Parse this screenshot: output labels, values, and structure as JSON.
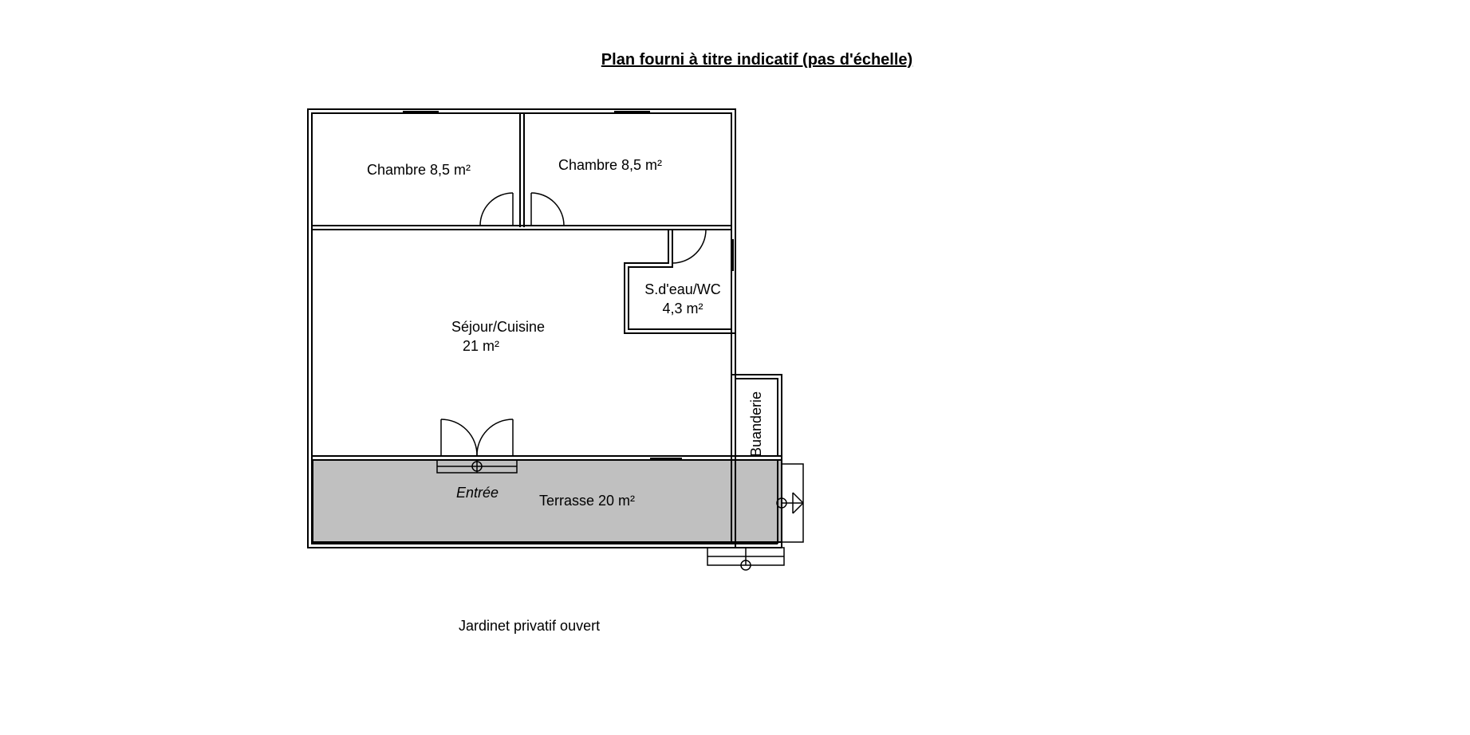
{
  "title": "Plan fourni à titre indicatif (pas d'échelle)",
  "rooms": {
    "chambre_1": "Chambre 8,5 m²",
    "chambre_2": "Chambre 8,5 m²",
    "sdeau_name": "S.d'eau/WC",
    "sdeau_area": "4,3 m²",
    "sejour_name": "Séjour/Cuisine",
    "sejour_area": "21 m²",
    "buanderie": "Buanderie",
    "terrasse": "Terrasse 20 m²"
  },
  "entree": "Entrée",
  "jardinet": "Jardinet privatif ouvert",
  "colors": {
    "wall": "#000000",
    "terrasse_fill": "#c0c0c0",
    "background": "#ffffff"
  }
}
